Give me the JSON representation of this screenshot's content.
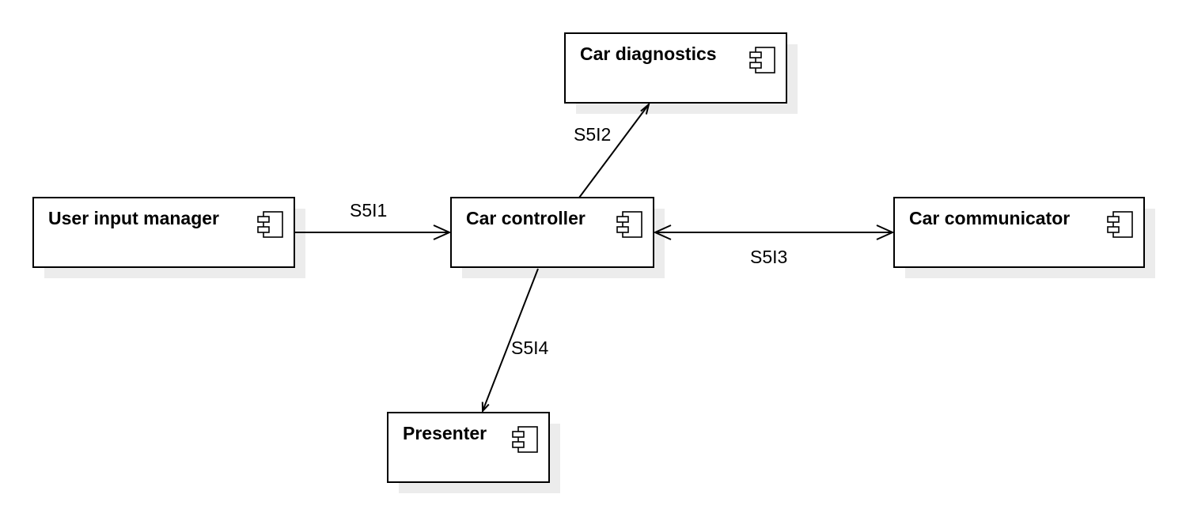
{
  "components": {
    "car_diagnostics": {
      "name": "Car diagnostics",
      "icon": "component-icon"
    },
    "user_input_manager": {
      "name": "User input manager",
      "icon": "component-icon"
    },
    "car_controller": {
      "name": "Car controller",
      "icon": "component-icon"
    },
    "car_communicator": {
      "name": "Car communicator",
      "icon": "component-icon"
    },
    "presenter": {
      "name": "Presenter",
      "icon": "component-icon"
    }
  },
  "connections": {
    "s5i1": {
      "label": "S5I1",
      "from": "User input manager",
      "to": "Car controller",
      "direction": "one-way"
    },
    "s5i2": {
      "label": "S5I2",
      "from": "Car controller",
      "to": "Car diagnostics",
      "direction": "one-way"
    },
    "s5i3": {
      "label": "S5I3",
      "from": "Car controller",
      "to": "Car communicator",
      "direction": "two-way"
    },
    "s5i4": {
      "label": "S5I4",
      "from": "Car controller",
      "to": "Presenter",
      "direction": "one-way"
    }
  },
  "colors": {
    "line": "#000000",
    "box_fill": "#ffffff",
    "shadow": "#ececec"
  }
}
